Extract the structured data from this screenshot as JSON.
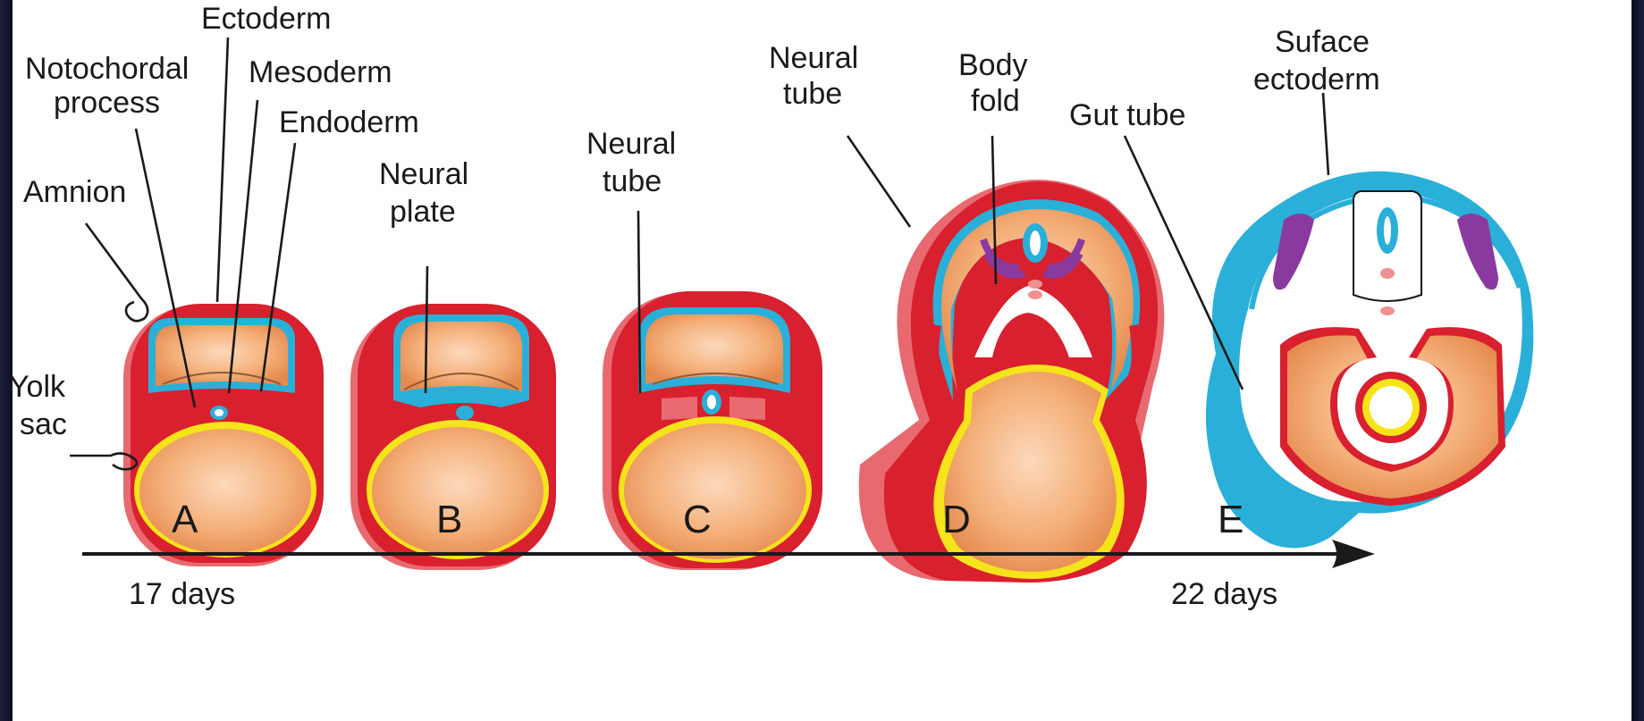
{
  "colors": {
    "background": "#ffffff",
    "ectoderm": "#2ab0d8",
    "mesoderm": "#d8202e",
    "mesoderm_shadow": "#e86a70",
    "endoderm": "#f5e41a",
    "yolk_and_amnion_fill": "#f2a56e",
    "somite": "#8a3a9e",
    "notochord": "#f09090",
    "text": "#1a1a1a"
  },
  "labels": {
    "ectoderm": "Ectoderm",
    "notochordal_process_1": "Notochordal",
    "notochordal_process_2": "process",
    "mesoderm": "Mesoderm",
    "endoderm": "Endoderm",
    "amnion": "Amnion",
    "yolk_sac_1": "Yolk",
    "yolk_sac_2": "sac",
    "neural_plate_1": "Neural",
    "neural_plate_2": "plate",
    "neural_tube_c_1": "Neural",
    "neural_tube_c_2": "tube",
    "neural_tube_d_1": "Neural",
    "neural_tube_d_2": "tube",
    "body_fold_1": "Body",
    "body_fold_2": "fold",
    "gut_tube": "Gut tube",
    "surface_ectoderm_1": "Suface",
    "surface_ectoderm_2": "ectoderm"
  },
  "stages": [
    "A",
    "B",
    "C",
    "D",
    "E"
  ],
  "timeline": {
    "start": "17 days",
    "end": "22 days",
    "arrow_icon": "arrow-right-icon"
  }
}
